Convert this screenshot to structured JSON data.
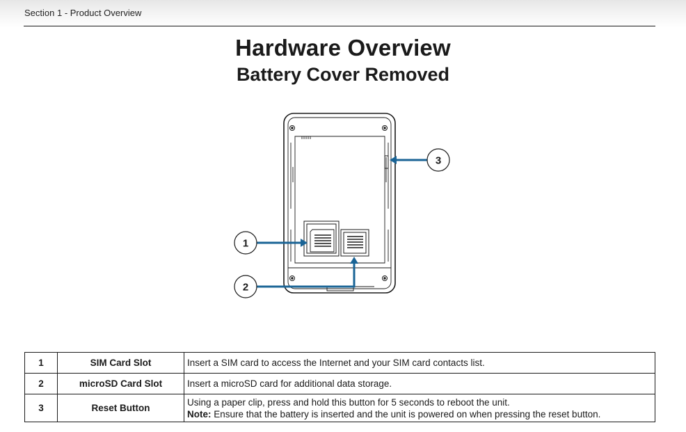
{
  "header": {
    "section": "Section 1 - Product Overview"
  },
  "title": "Hardware Overview",
  "subtitle": "Battery Cover Removed",
  "diagram": {
    "callouts": [
      "1",
      "2",
      "3"
    ],
    "accent_color": "#1a6496"
  },
  "components": [
    {
      "number": "1",
      "name": "SIM Card Slot",
      "description": "Insert a SIM card to access the Internet and your SIM card contacts list."
    },
    {
      "number": "2",
      "name": "microSD Card Slot",
      "description": "Insert a microSD card for additional data storage."
    },
    {
      "number": "3",
      "name": "Reset Button",
      "description": "Using a paper clip, press and hold this button for 5 seconds to reboot the unit.",
      "note_label": "Note:",
      "note_text": " Ensure that the battery is inserted and the unit is powered on when pressing the reset button."
    }
  ]
}
